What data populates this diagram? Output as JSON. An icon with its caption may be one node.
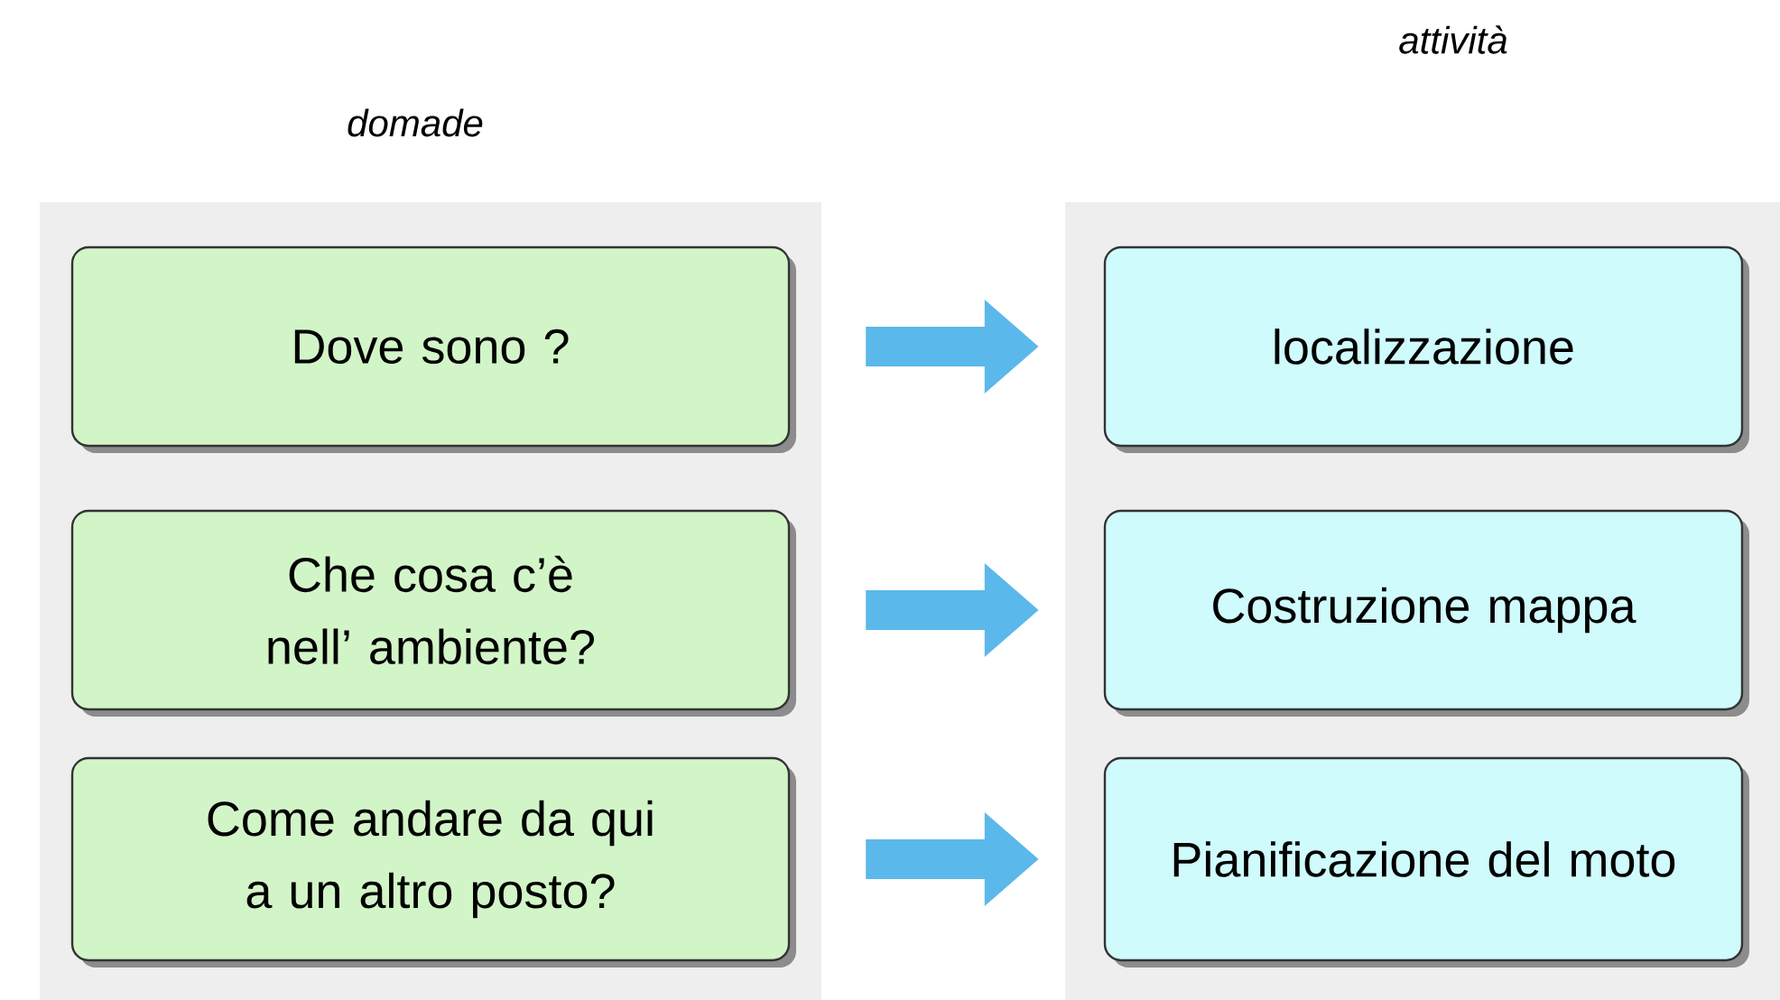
{
  "diagram": {
    "nodes": [
      {
        "text": [
          "domade"
        ]
      },
      {
        "text": [
          "Dove sono ?"
        ],
        "in": 0
      },
      {
        "text": [
          "Che cosa c’è nell’ ambiente?"
        ],
        "in": 0
      },
      {
        "text": [
          "Come andare da qui a un altro posto?"
        ],
        "in": 0
      },
      {
        "text": [
          "attività"
        ]
      },
      {
        "text": [
          "localizzazione"
        ],
        "in": 4
      },
      {
        "text": [
          "Costruzione mappa"
        ],
        "in": 4
      },
      {
        "text": [
          "Pianificazione del moto"
        ],
        "in": 4
      }
    ],
    "edges": [
      {
        "from": 1,
        "to": 5,
        "arrow": "to"
      },
      {
        "from": 2,
        "to": 6,
        "arrow": "to"
      },
      {
        "from": 3,
        "to": 7,
        "arrow": "to"
      }
    ]
  }
}
